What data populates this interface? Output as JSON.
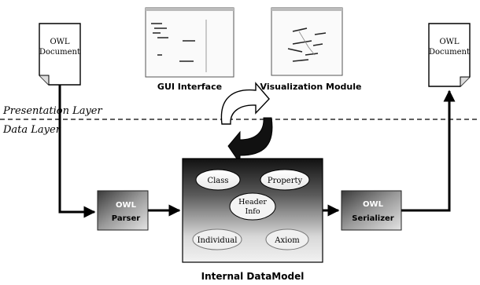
{
  "layers": {
    "presentation": "Presentation Layer",
    "data": "Data Layer"
  },
  "documents": {
    "input_line1": "OWL",
    "input_line2": "Document",
    "output_line1": "OWL",
    "output_line2": "Document"
  },
  "modules": {
    "gui": "GUI Interface",
    "visualization": "Visualization Module"
  },
  "parser": {
    "line1": "OWL",
    "line2": "Parser"
  },
  "serializer": {
    "line1": "OWL",
    "line2": "Serializer"
  },
  "datamodel": {
    "title": "Internal DataModel",
    "class": "Class",
    "property": "Property",
    "header_line1": "Header",
    "header_line2": "Info",
    "individual": "Individual",
    "axiom": "Axiom"
  }
}
